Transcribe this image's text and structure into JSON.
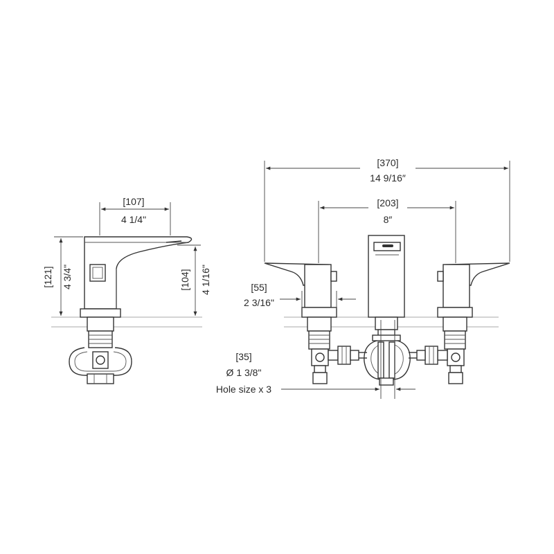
{
  "side_view": {
    "width": {
      "metric": "[107]",
      "imperial": "4 1/4\""
    },
    "total_height": {
      "metric": "[121]",
      "imperial": "4 3/4\""
    },
    "spout_height": {
      "metric": "[104]",
      "imperial": "4 1/16\""
    }
  },
  "front_view": {
    "overall_width": {
      "metric": "[370]",
      "imperial": "14 9/16″"
    },
    "center_spacing": {
      "metric": "[203]",
      "imperial": "8″"
    },
    "handle_base": {
      "metric": "[55]",
      "imperial": "2 3/16\""
    },
    "hole": {
      "metric": "[35]",
      "imperial": "Ø 1 3/8\"",
      "note": "Hole size x 3"
    }
  }
}
